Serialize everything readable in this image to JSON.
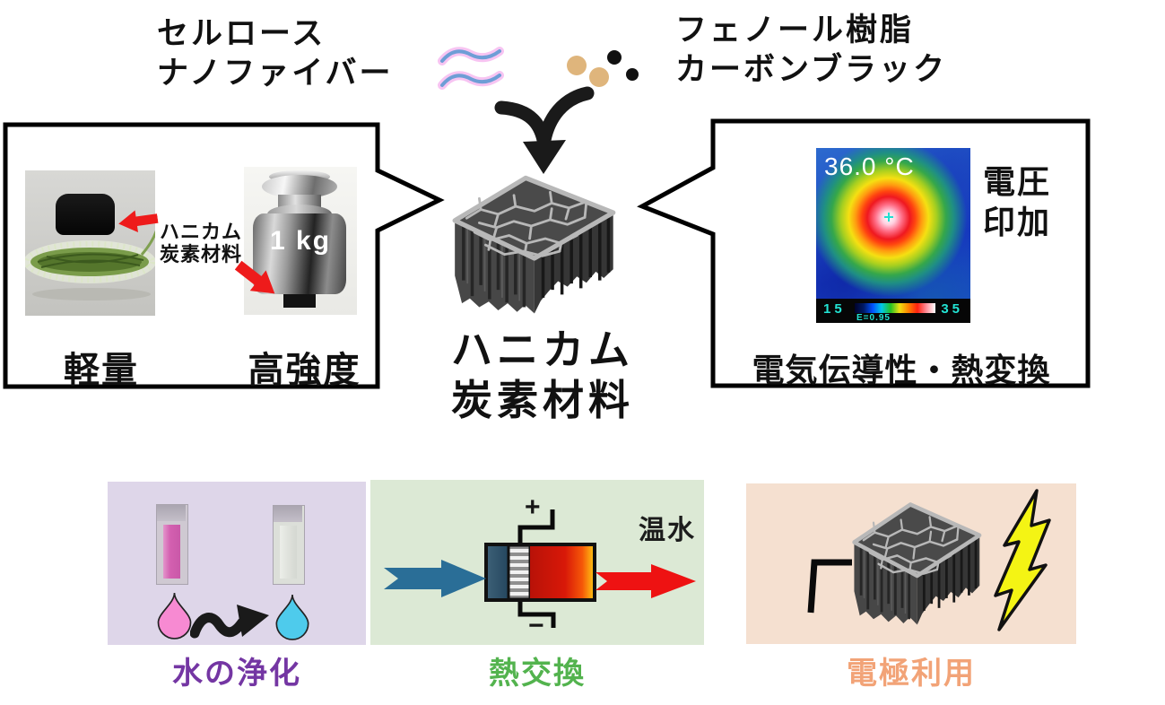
{
  "header": {
    "cellulose": {
      "line1": "セルロース",
      "line2": "ナノファイバー"
    },
    "phenol": {
      "line1": "フェノール樹脂",
      "line2": "カーボンブラック"
    }
  },
  "product": {
    "line1": "ハニカム",
    "line2": "炭素材料"
  },
  "properties_box": {
    "annotation": {
      "line1": "ハニカム",
      "line2": "炭素材料"
    },
    "weight_text": "1 kg",
    "caption_lightweight": "軽量",
    "caption_strength": "高強度"
  },
  "electric_box": {
    "temperature": "36.0 °C",
    "scale_min": "15",
    "scale_max": "35",
    "emissivity": "E=0.95",
    "voltage": {
      "line1": "電圧",
      "line2": "印加"
    },
    "caption": "電気伝導性・熱変換"
  },
  "applications": {
    "water": {
      "label": "水の浄化",
      "color": "#7436a3",
      "bg": "#ded6e9"
    },
    "heat": {
      "label": "熱交換",
      "color": "#53b34e",
      "bg": "#dce9d5",
      "hot_water": "温水",
      "plus": "+",
      "minus": "−"
    },
    "electrode": {
      "label": "電極利用",
      "color": "#f2a377",
      "bg": "#f5e0d0"
    }
  },
  "colors": {
    "fiber_blue": "#6e9ed6",
    "fiber_glow": "#f5b5ef",
    "resin_dot_tan": "#dfb57c",
    "carbon_dot_black": "#111111",
    "arrow_blue": "#2a6e97",
    "arrow_red": "#ee1212",
    "droplet_pink": "#f78ad2",
    "droplet_cyan": "#4ecbec",
    "bolt_yellow": "#f4f414",
    "thermal_cyan": "#22e4d4"
  }
}
